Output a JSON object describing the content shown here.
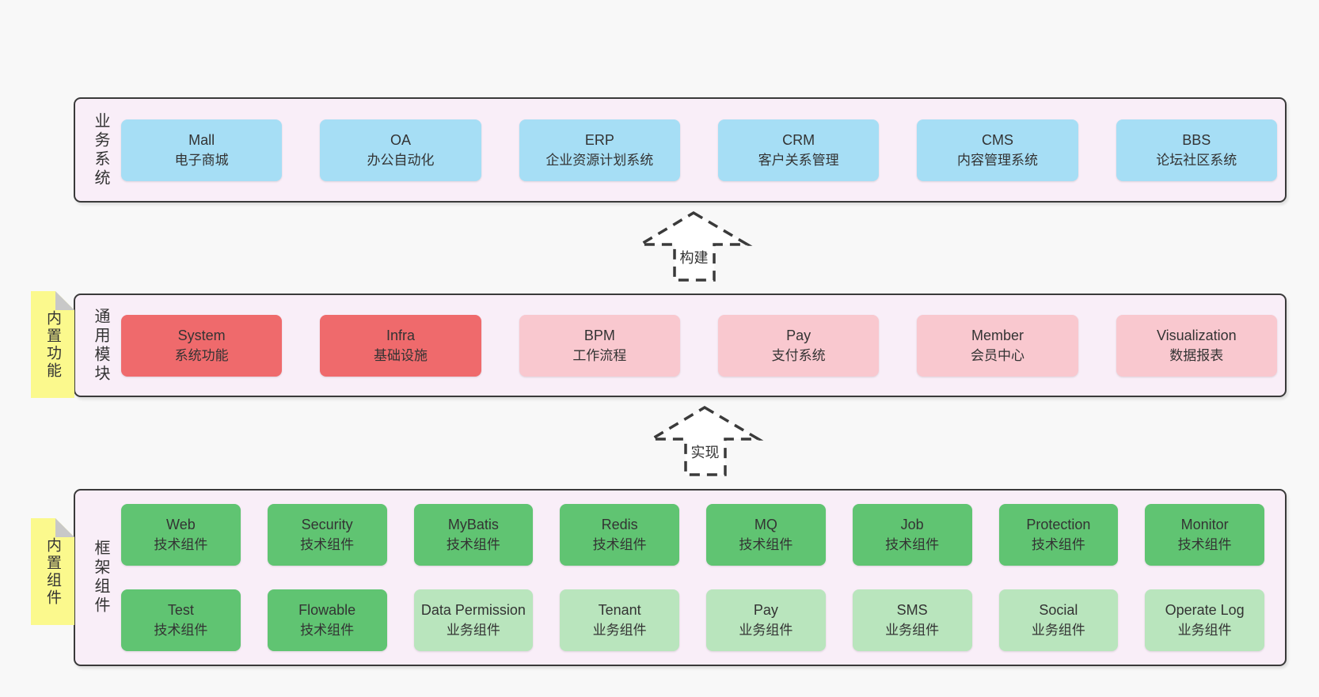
{
  "bands": [
    {
      "label": "业务系统",
      "boxes": [
        {
          "name": "Mall",
          "desc": "电子商城"
        },
        {
          "name": "OA",
          "desc": "办公自动化"
        },
        {
          "name": "ERP",
          "desc": "企业资源计划系统"
        },
        {
          "name": "CRM",
          "desc": "客户关系管理"
        },
        {
          "name": "CMS",
          "desc": "内容管理系统"
        },
        {
          "name": "BBS",
          "desc": "论坛社区系统"
        }
      ]
    },
    {
      "label": "通用模块",
      "sticky": "内置功能",
      "boxes": [
        {
          "name": "System",
          "desc": "系统功能"
        },
        {
          "name": "Infra",
          "desc": "基础设施"
        },
        {
          "name": "BPM",
          "desc": "工作流程"
        },
        {
          "name": "Pay",
          "desc": "支付系统"
        },
        {
          "name": "Member",
          "desc": "会员中心"
        },
        {
          "name": "Visualization",
          "desc": "数据报表"
        }
      ]
    },
    {
      "label": "框架组件",
      "sticky": "内置组件",
      "rows": [
        [
          {
            "name": "Web",
            "desc": "技术组件"
          },
          {
            "name": "Security",
            "desc": "技术组件"
          },
          {
            "name": "MyBatis",
            "desc": "技术组件"
          },
          {
            "name": "Redis",
            "desc": "技术组件"
          },
          {
            "name": "MQ",
            "desc": "技术组件"
          },
          {
            "name": "Job",
            "desc": "技术组件"
          },
          {
            "name": "Protection",
            "desc": "技术组件"
          },
          {
            "name": "Monitor",
            "desc": "技术组件"
          }
        ],
        [
          {
            "name": "Test",
            "desc": "技术组件"
          },
          {
            "name": "Flowable",
            "desc": "技术组件"
          },
          {
            "name": "Data Permission",
            "desc": "业务组件"
          },
          {
            "name": "Tenant",
            "desc": "业务组件"
          },
          {
            "name": "Pay",
            "desc": "业务组件"
          },
          {
            "name": "SMS",
            "desc": "业务组件"
          },
          {
            "name": "Social",
            "desc": "业务组件"
          },
          {
            "name": "Operate Log",
            "desc": "业务组件"
          }
        ]
      ]
    }
  ],
  "arrows": [
    {
      "label": "构建"
    },
    {
      "label": "实现"
    }
  ],
  "colors": {
    "page_bg": "#f8f8f8",
    "band_bg": "#f9eef8",
    "border": "#3a3a3a",
    "text": "#333333",
    "blue": "#a6def5",
    "red": "#ef6a6c",
    "pink": "#f9c8cf",
    "green_dark": "#60c472",
    "green_light": "#b9e5bd",
    "sticky_yellow": "#fbf98d",
    "fold_gray": "#c8c8c8"
  }
}
